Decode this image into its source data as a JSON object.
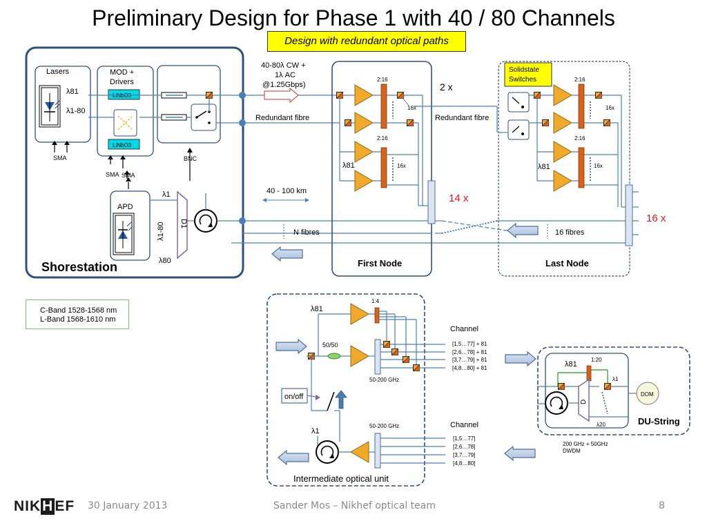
{
  "title": "Preliminary Design for Phase 1 with 40 / 80 Channels",
  "banner": "Design with redundant optical paths",
  "band_info": [
    "C-Band 1528-1568 nm",
    "L-Band 1568-1610 nm"
  ],
  "footer": {
    "logo_left": "NIK",
    "logo_box": "H",
    "logo_right": "EF",
    "date": "30 January 2013",
    "author": "Sander Mos – Nikhef optical team",
    "page": "8"
  },
  "shorestation": {
    "title": "Shorestation",
    "lasers": "Lasers",
    "mod_drivers_1": "MOD +",
    "mod_drivers_2": "Drivers",
    "linbo3_top": "LiNbO3",
    "linbo3_bottom": "LiNbO3",
    "lambda81": "λ81",
    "lambda1_80": "λ1-80",
    "sma_1": "SMA",
    "sma_2": "SMA",
    "sma_3": "SMA",
    "bnc": "BNC",
    "apd": "APD",
    "lambda1": "λ1",
    "lambda1_80_vertical": "λ1-80",
    "d1": "D1",
    "lambda80": "λ80"
  },
  "link": {
    "cw_line1": "40-80λ  CW  +",
    "cw_line2": "1λ  AC",
    "cw_line3": "@1.25Gbps)",
    "redundant_fibre_1": "Redundant fibre",
    "distance": "40 - 100 km",
    "n_fibres": "N fibres",
    "redundant_fibre_2": "Redundant fibre",
    "sixteen_fibres": "16  fibres",
    "two_x": "2 x",
    "fourteen_x": "14 x",
    "sixteen_x": "16 x"
  },
  "first_node": {
    "title": "First Node",
    "split_top": "2:16",
    "split_bottom": "2:16",
    "fan_top": "16x",
    "fan_bottom": "16x",
    "lambda81": "λ81"
  },
  "last_node": {
    "title": "Last Node",
    "switches_1": "Solidstate",
    "switches_2": "Switches",
    "split_top": "2:16",
    "split_bottom": "2:16",
    "fan_top": "16x",
    "fan_bottom": "16x",
    "lambda81": "λ81"
  },
  "intermediate": {
    "title": "Intermediate optical unit",
    "lambda81": "λ81",
    "ratio": "1:4",
    "split": "50/50",
    "ghz_top": "50-200 GHz",
    "onoff": "on/off",
    "lambda1": "λ1",
    "ghz_bottom": "50-200 GHz",
    "channel_top": "Channel",
    "channel_bottom": "Channel",
    "channels_top": [
      "[1,5…77] + 81",
      "[2,6…78] + 81",
      "[3,7…79] + 81",
      "[4,8…80] + 81"
    ],
    "channels_bottom": [
      "[1,5…77]",
      "[2,6…78]",
      "[3,7…79]",
      "[4,8…80]"
    ]
  },
  "du_string": {
    "title": "DU-String",
    "lambda81": "λ81",
    "ratio": "1:20",
    "lambda1": "λ1",
    "lambda20": "λ20",
    "d": "D",
    "dom": "DOM",
    "dwdm_1": "200 GHz  +  50GHz",
    "dwdm_2": "DWDM"
  },
  "colors": {
    "box_border": "#2f4f7f",
    "fibre": "#4a7fb5",
    "amplifier": "#f0a92a",
    "splitter": "#d9621b",
    "linbo3": "#00d9e8",
    "banner": "#ffff00",
    "count_red": "#e8141c",
    "du_green": "#1a9e1a",
    "mux_purple": "#8068a8"
  }
}
